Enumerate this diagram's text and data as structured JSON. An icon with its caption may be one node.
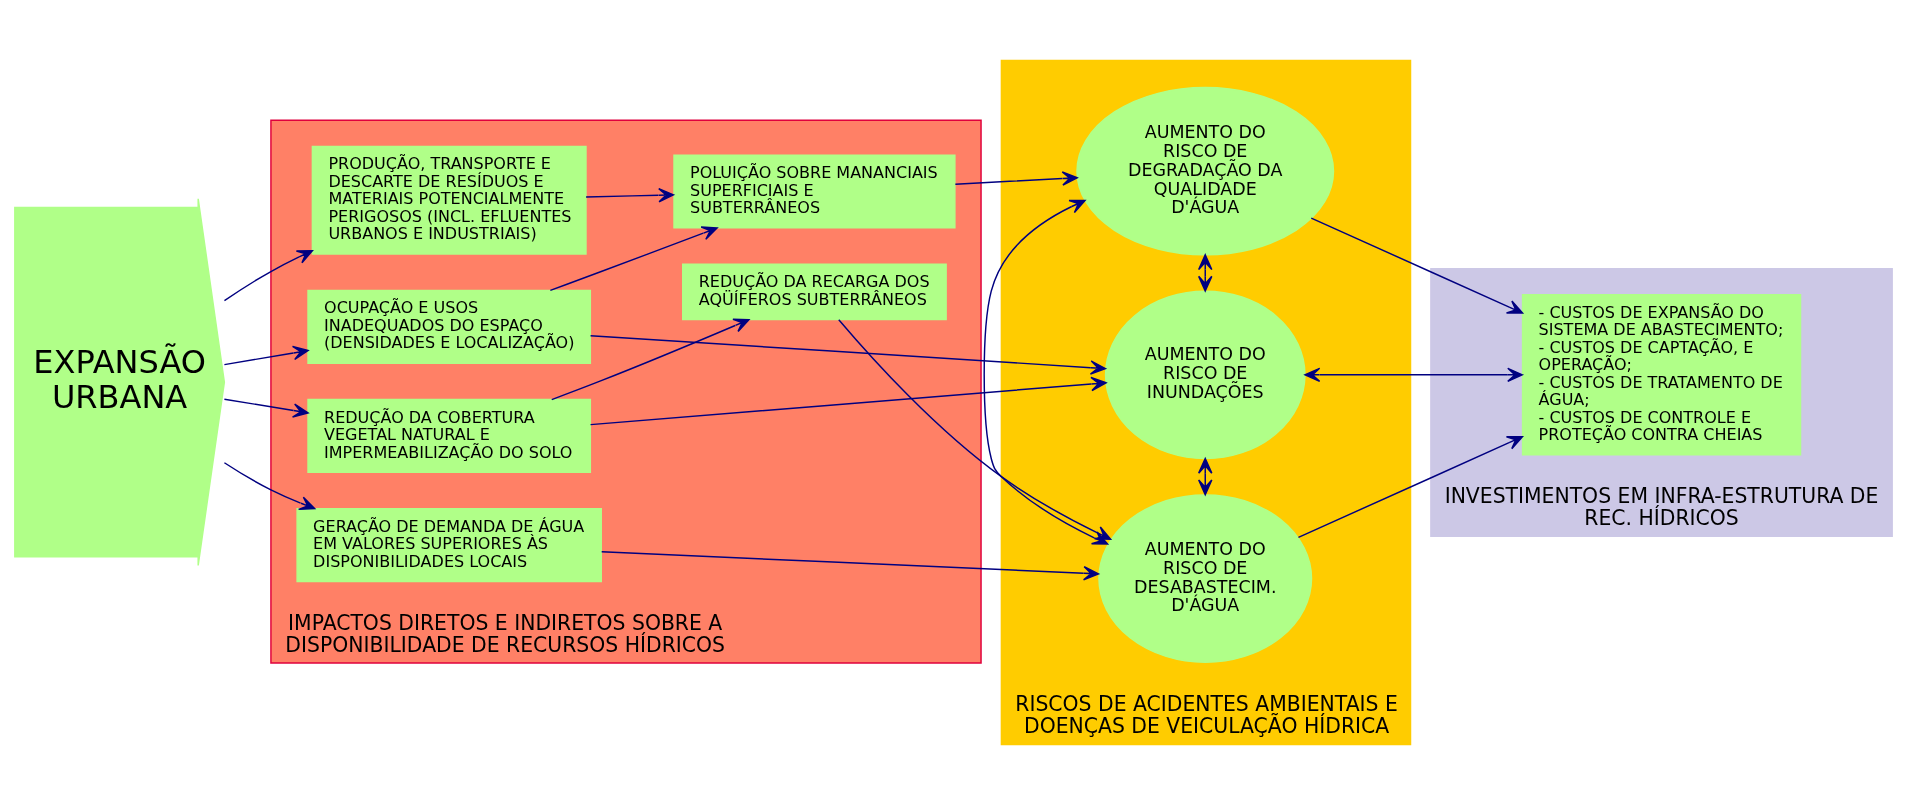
{
  "diagram": {
    "nodes": [
      {
        "text": [
          "EXPANSÃO URBANA"
        ]
      },
      {
        "text": [
          "IMPACTOS DIRETOS E INDIRETOS SOBRE A DISPONIBILIDADE DE RECURSOS HÍDRICOS"
        ]
      },
      {
        "text": [
          "GERAÇÃO DE DEMANDA DE ÁGUA EM VALORES SUPERIORES ÀS DISPONIBILIDADES LOCAIS"
        ],
        "in": 1
      },
      {
        "text": [
          "REDUÇÃO DA COBERTURA VEGETAL NATURAL E IMPERMEABILIZAÇÃO DO SOLO"
        ],
        "in": 1
      },
      {
        "text": [
          "REDUÇÃO DA RECARGA DOS AQÜÍFEROS SUBTERRÂNEOS"
        ],
        "in": 1
      },
      {
        "text": [
          "OCUPAÇÃO E USOS INADEQUADOS DO ESPAÇO (DENSIDADES E LOCALIZAÇÃO)"
        ],
        "in": 1
      },
      {
        "text": [
          "POLUIÇÃO SOBRE MANANCIAIS SUPERFICIAIS E SUBTERRÂNEOS"
        ],
        "in": 1
      },
      {
        "text": [
          "PRODUÇÃO, TRANSPORTE E DESCARTE DE RESÍDUOS E MATERIAIS POTENCIALMENTE PERIGOSOS (INCL. EFLUENTES URBANOS E INDUSTRIAIS)"
        ],
        "in": 1
      },
      {
        "text": [
          "RISCOS DE ACIDENTES AMBIENTAIS E DOENÇAS DE VEICULAÇÃO HÍDRICA"
        ]
      },
      {
        "text": [
          "AUMENTO DO RISCO DE DESABASTECIM. D'ÁGUA"
        ],
        "in": 8
      },
      {
        "text": [
          "AUMENTO DO RISCO DE INUNDAÇÕES"
        ],
        "in": 8
      },
      {
        "text": [
          "AUMENTO DO RISCO DE DEGRADAÇÃO DA QUALIDADE D'ÁGUA"
        ],
        "in": 8
      },
      {
        "text": [
          "INVESTIMENTOS EM INFRA-ESTRUTURA DE REC. HÍDRICOS"
        ]
      },
      {
        "text": [
          "- CUSTOS DE EXPANSÃO DO SISTEMA DE ABASTECIMENTO;",
          "- CUSTOS DE CAPTAÇÃO, E OPERAÇÃO;",
          "- CUSTOS DE TRATAMENTO DE ÁGUA;",
          "- CUSTOS DE CONTROLE E PROTEÇÃO CONTRA CHEIAS"
        ],
        "in": 12
      }
    ],
    "edges": [
      {
        "from": 0,
        "to": 2,
        "arrow": "to"
      },
      {
        "from": 0,
        "to": 3,
        "arrow": "to"
      },
      {
        "from": 0,
        "to": 5,
        "arrow": "to"
      },
      {
        "from": 0,
        "to": 7,
        "arrow": "to"
      },
      {
        "from": 3,
        "to": 4,
        "arrow": "to"
      },
      {
        "from": 5,
        "to": 6,
        "arrow": "to"
      },
      {
        "from": 7,
        "to": 6,
        "arrow": "to"
      },
      {
        "from": 2,
        "to": 9,
        "arrow": "to"
      },
      {
        "from": 4,
        "to": 9,
        "arrow": "to"
      },
      {
        "from": 3,
        "to": 10,
        "arrow": "to"
      },
      {
        "from": 5,
        "to": 10,
        "arrow": "to"
      },
      {
        "from": 6,
        "to": 11,
        "arrow": "to"
      },
      {
        "from": 10,
        "to": 9,
        "arrow": "both"
      },
      {
        "from": 9,
        "to": 11,
        "arrow": "both"
      },
      {
        "from": 10,
        "to": 11,
        "arrow": "both"
      },
      {
        "from": 9,
        "to": 13,
        "arrow": "to"
      },
      {
        "from": 10,
        "to": 13,
        "arrow": "both"
      },
      {
        "from": 11,
        "to": 13,
        "arrow": "to"
      }
    ]
  }
}
